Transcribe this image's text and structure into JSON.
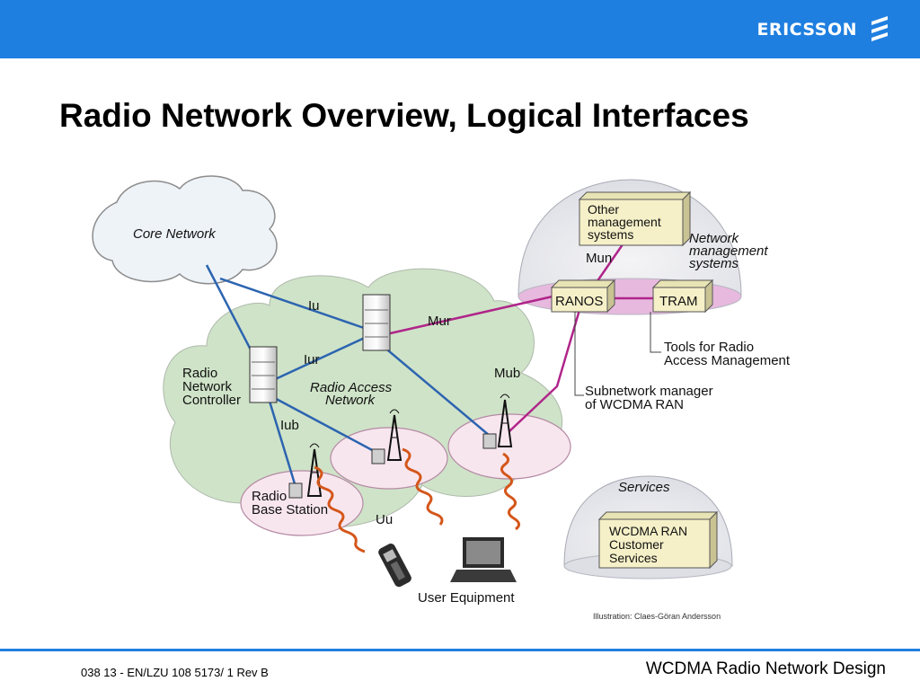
{
  "header": {
    "brand": "ERICSSON"
  },
  "slide": {
    "title": "Radio Network Overview, Logical Interfaces"
  },
  "diagram": {
    "core_network": "Core Network",
    "ran_line1": "Radio Access",
    "ran_line2": "Network",
    "rnc_line1": "Radio",
    "rnc_line2": "Network",
    "rnc_line3": "Controller",
    "rbs_line1": "Radio",
    "rbs_line2": "Base Station",
    "user_equipment": "User Equipment",
    "interfaces": {
      "iu": "Iu",
      "iur": "Iur",
      "iub": "Iub",
      "uu": "Uu",
      "mur": "Mur",
      "mub": "Mub",
      "mun": "Mun"
    },
    "other_mgmt_line1": "Other",
    "other_mgmt_line2": "management",
    "other_mgmt_line3": "systems",
    "nms_line1": "Network",
    "nms_line2": "management",
    "nms_line3": "systems",
    "ranos": "RANOS",
    "tram": "TRAM",
    "tram_desc_line1": "Tools for Radio",
    "tram_desc_line2": "Access Management",
    "ranos_desc_line1": "Subnetwork manager",
    "ranos_desc_line2": "of WCDMA RAN",
    "services": "Services",
    "services_box_line1": "WCDMA RAN",
    "services_box_line2": "Customer",
    "services_box_line3": "Services",
    "credit": "Illustration: Claes-Göran Andersson"
  },
  "footer": {
    "doc_id": "038 13 - EN/LZU 108 5173/ 1 Rev B",
    "course": "WCDMA Radio Network Design"
  },
  "colors": {
    "header_blue": "#1f7fe0",
    "cloud_green": "#cfe3c8",
    "cell_pink": "#f8e6ee",
    "link_blue": "#2c64b0",
    "link_magenta": "#b0258a",
    "radio_orange": "#d4561a",
    "box_cream": "#f5f0c8"
  }
}
